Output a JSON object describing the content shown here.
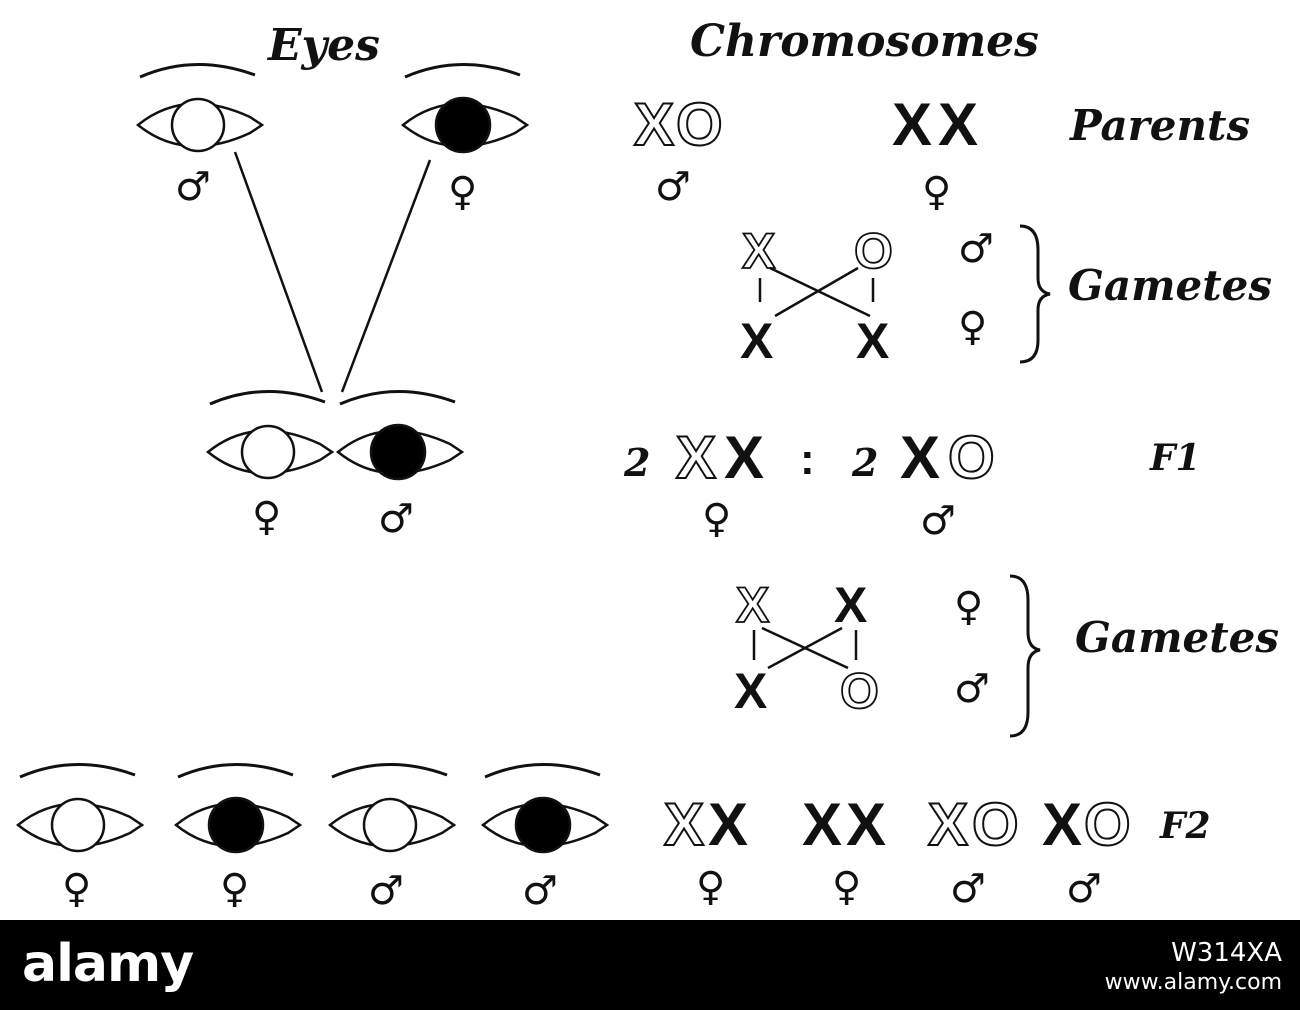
{
  "headings": {
    "eyes": "Eyes",
    "chromosomes": "Chromosomes"
  },
  "row_labels": {
    "parents": "Parents",
    "gametes_1": "Gametes",
    "f1": "F1",
    "gametes_2": "Gametes",
    "f2": "F2"
  },
  "symbols": {
    "male": "♂",
    "female": "♀"
  },
  "chromosome_letters": {
    "x": "X",
    "o": "O"
  },
  "f1_ratio": {
    "count_left": "2",
    "separator": ":",
    "count_right": "2"
  },
  "eye_colors": {
    "white_eye": "#ffffff",
    "black_eye": "#000000"
  },
  "footer": {
    "brand": "alamy",
    "image_id": "W314XA",
    "url": "www.alamy.com"
  }
}
